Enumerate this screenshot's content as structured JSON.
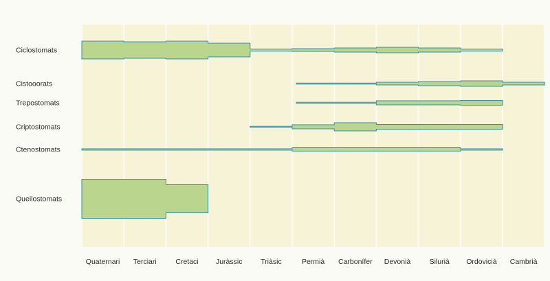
{
  "colors": {
    "background": "#fbfbf6",
    "column": "#f7f3d6",
    "column_edge": "#ffffff",
    "fill": "#b9d58e",
    "outline": "#2f8fb3",
    "text": "#2a2a2a"
  },
  "periods": [
    "Quaternari",
    "Terciari",
    "Cretaci",
    "Juràssic",
    "Triàsic",
    "Permià",
    "Carbonífer",
    "Devonià",
    "Silurià",
    "Ordovicià",
    "Cambrià"
  ],
  "groups": [
    {
      "name": "Ciclostomats",
      "segments": [
        [
          0,
          1,
          26
        ],
        [
          1,
          2,
          24
        ],
        [
          2,
          3,
          26
        ],
        [
          3,
          4,
          20
        ],
        [
          4,
          5,
          3
        ],
        [
          5,
          6,
          4
        ],
        [
          6,
          7,
          6
        ],
        [
          7,
          8,
          8
        ],
        [
          8,
          9,
          6
        ],
        [
          9,
          10,
          3
        ]
      ]
    },
    {
      "name": "Cistooorats",
      "segments": [
        [
          5.1,
          6,
          1.5
        ],
        [
          6,
          7,
          1.5
        ],
        [
          7,
          8,
          4
        ],
        [
          8,
          9,
          6
        ],
        [
          9,
          10,
          8
        ],
        [
          10,
          11,
          4
        ]
      ]
    },
    {
      "name": "Trepostomats",
      "segments": [
        [
          5.1,
          6,
          1.5
        ],
        [
          6,
          7,
          1.5
        ],
        [
          7,
          8,
          6
        ],
        [
          8,
          9,
          6
        ],
        [
          9,
          10,
          7
        ]
      ]
    },
    {
      "name": "Criptostomats",
      "segments": [
        [
          4,
          5,
          1.5
        ],
        [
          5,
          6,
          6
        ],
        [
          6,
          7,
          12
        ],
        [
          7,
          8,
          7
        ],
        [
          8,
          9,
          7
        ],
        [
          9,
          10,
          7
        ]
      ]
    },
    {
      "name": "Ctenostomats",
      "segments": [
        [
          0,
          5,
          2
        ],
        [
          5,
          9,
          5
        ],
        [
          9,
          10,
          2
        ]
      ]
    },
    {
      "name": "Queilostomats",
      "segments": [
        [
          0,
          1,
          57
        ],
        [
          1,
          2,
          57
        ],
        [
          2,
          3,
          41
        ]
      ]
    }
  ]
}
